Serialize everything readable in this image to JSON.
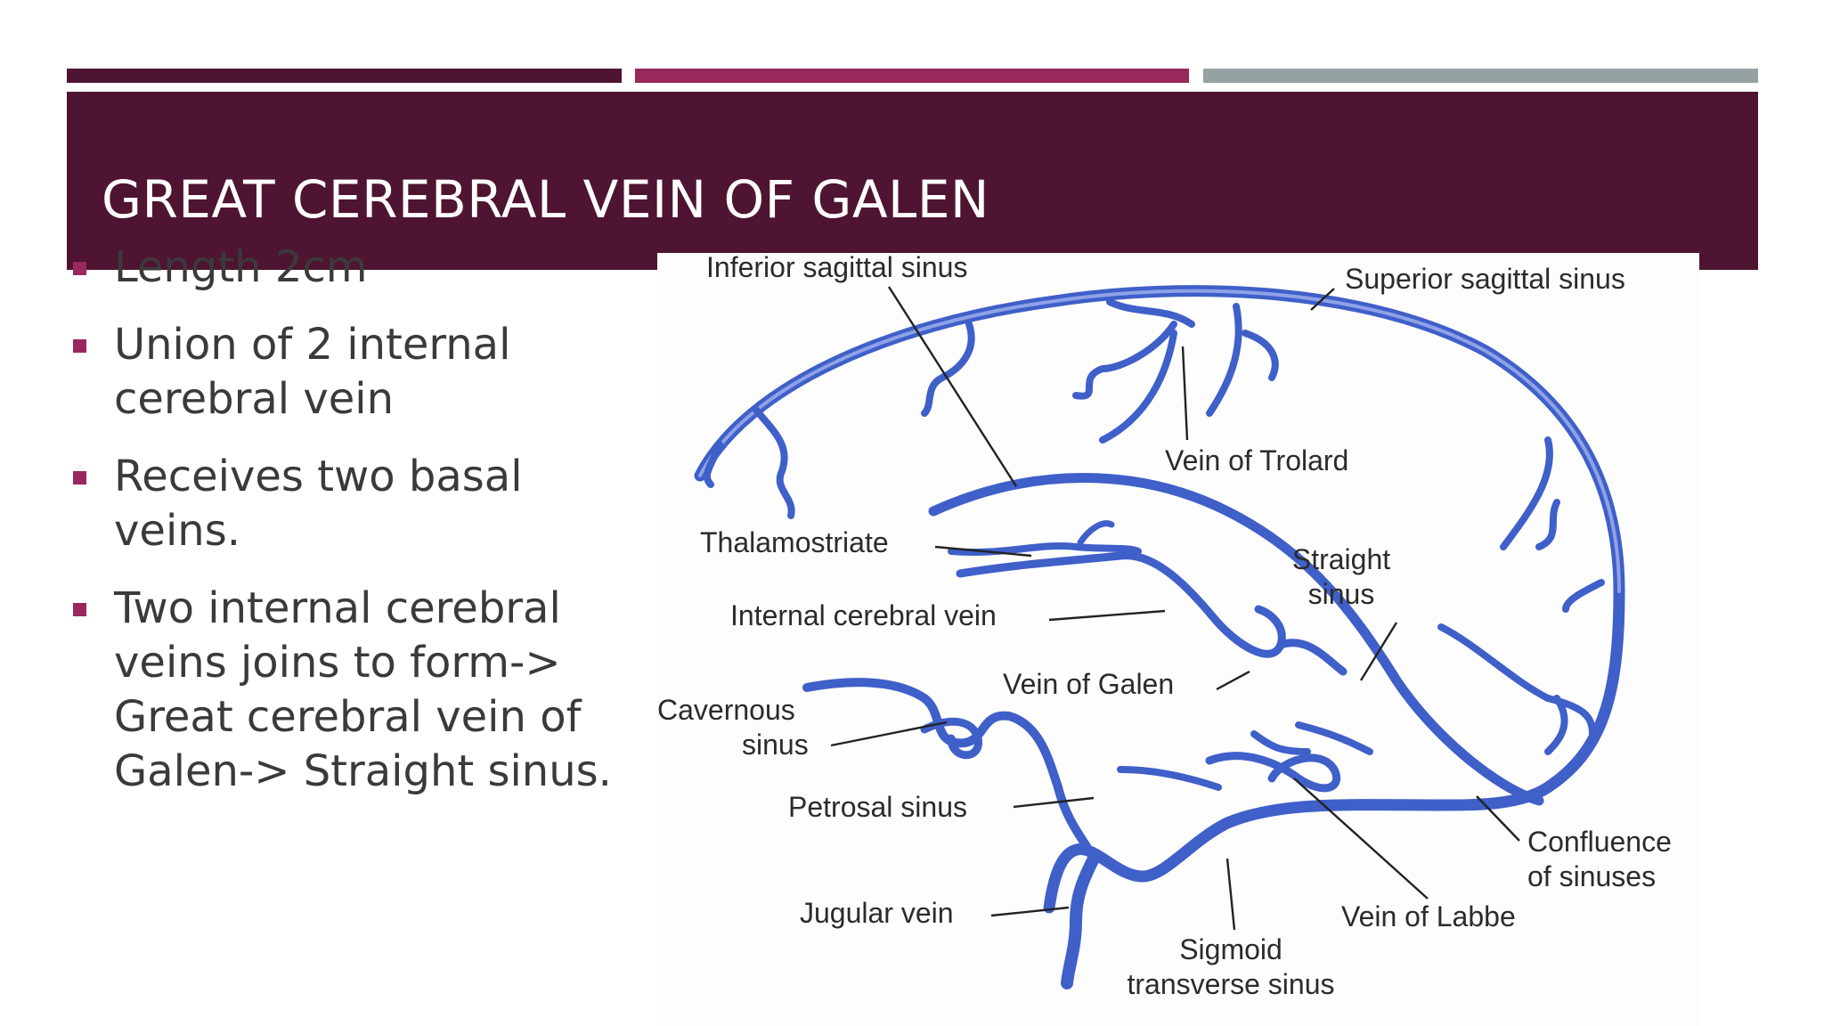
{
  "slide": {
    "title": "GREAT CEREBRAL VEIN OF GALEN",
    "accent_colors": [
      "#4e1431",
      "#98285e",
      "#96a1a3"
    ],
    "bullets": [
      {
        "lines": [
          "Length 2cm"
        ]
      },
      {
        "lines": [
          "Union of 2 internal",
          "cerebral vein"
        ]
      },
      {
        "lines": [
          "Receives two basal",
          "veins."
        ]
      },
      {
        "lines": [
          "Two internal cerebral",
          "veins joins to form->",
          "Great cerebral vein of",
          "Galen-> Straight sinus."
        ]
      }
    ]
  },
  "diagram": {
    "vein_color": "#3f5fc9",
    "labels": {
      "inferior_sagittal": "Inferior sagittal sinus",
      "superior_sagittal": "Superior sagittal sinus",
      "trolard": "Vein of Trolard",
      "thalamostriate": "Thalamostriate",
      "straight_1": "Straight",
      "straight_2": "sinus",
      "internal_cerebral": "Internal cerebral vein",
      "galen": "Vein of Galen",
      "cavernous_1": "Cavernous",
      "cavernous_2": "sinus",
      "petrosal": "Petrosal sinus",
      "confluence_1": "Confluence",
      "confluence_2": "of sinuses",
      "jugular": "Jugular vein",
      "labbe": "Vein of Labbe",
      "sigmoid_1": "Sigmoid",
      "sigmoid_2": "transverse sinus"
    }
  }
}
